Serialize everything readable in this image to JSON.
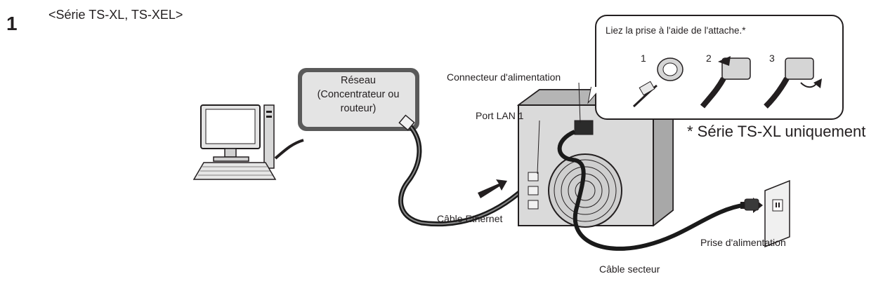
{
  "step": {
    "number": "1",
    "title": "<Série TS-XL, TS-XEL>"
  },
  "labels": {
    "network_box": [
      "Réseau",
      "(Concentrateur ou",
      "routeur)"
    ],
    "power_connector": "Connecteur d'alimentation",
    "lan_port": "Port LAN 1",
    "ethernet_cable": "Câble Ethernet",
    "power_outlet": "Prise d'alimentation",
    "ac_cable": "Câble secteur"
  },
  "callout": {
    "title": "Liez la prise à l'aide de l'attache.*",
    "steps": [
      "1",
      "2",
      "3"
    ]
  },
  "note": "* Série TS-XL uniquement"
}
